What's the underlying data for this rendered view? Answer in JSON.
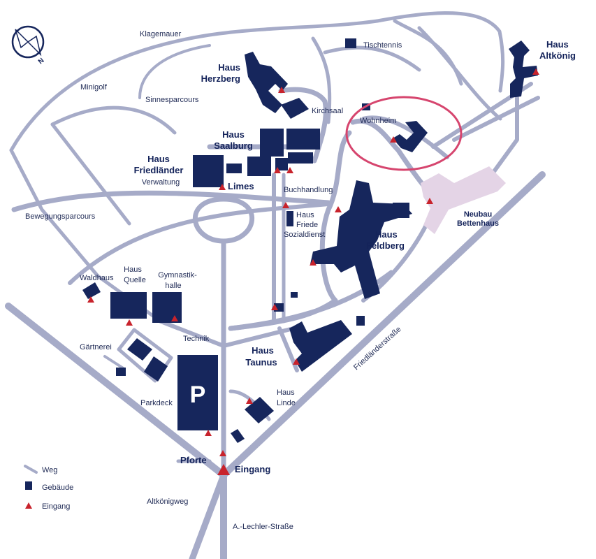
{
  "labels": {
    "klagemauer": "Klagemauer",
    "minigolf": "Minigolf",
    "sinnesparcours": "Sinnesparcours",
    "bewegungsparcours": "Bewegungsparcours",
    "haus_herzberg": [
      "Haus",
      "Herzberg"
    ],
    "haus_saalburg": [
      "Haus",
      "Saalburg"
    ],
    "haus_friedlaender": [
      "Haus",
      "Friedländer"
    ],
    "verwaltung": "Verwaltung",
    "limes": "Limes",
    "kirchsaal": "Kirchsaal",
    "tischtennis": "Tischtennis",
    "haus_altkoenig": [
      "Haus",
      "Altkönig"
    ],
    "wohnheim": "Wohnheim",
    "buchhandlung": "Buchhandlung",
    "haus_friede": [
      "Haus",
      "Friede"
    ],
    "sozialdienst": "Sozialdienst",
    "haus_feldberg": [
      "Haus",
      "Feldberg"
    ],
    "neubau_bettenhaus": [
      "Neubau",
      "Bettenhaus"
    ],
    "waldhaus": "Waldhaus",
    "haus_quelle": [
      "Haus",
      "Quelle"
    ],
    "gymnastikhalle": [
      "Gymnastik-",
      "halle"
    ],
    "technik": "Technik",
    "gaertnerei": "Gärtnerei",
    "parkdeck": "Parkdeck",
    "parking_symbol": "P",
    "haus_taunus": [
      "Haus",
      "Taunus"
    ],
    "haus_linde": [
      "Haus",
      "Linde"
    ],
    "pforte": "Pforte",
    "eingang": "Eingang",
    "altkoenigweg": "Altkönigweg",
    "lechler_strasse": "A.-Lechler-Straße",
    "friedlaender_strasse": "Friedländerstraße",
    "compass_letter": "N"
  },
  "legend": {
    "weg": "Weg",
    "gebaeude": "Gebäude",
    "eingang": "Eingang"
  },
  "colors": {
    "path": "#a6abc8",
    "building": "#16265c",
    "entrance": "#c8232c",
    "new_building": "#e4d4e6",
    "highlight_ring": "#d6456e"
  },
  "icons": {
    "compass": "compass-rose-icon",
    "parking": "parking-icon"
  }
}
